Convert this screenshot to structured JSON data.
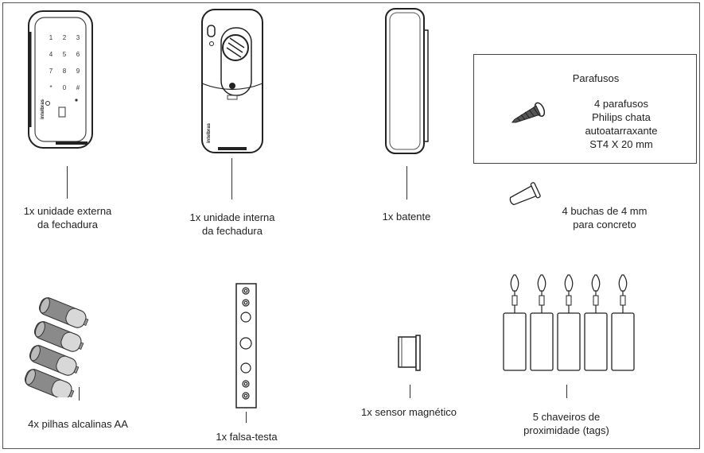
{
  "items": {
    "external_unit": "1x unidade externa\nda fechadura",
    "internal_unit": "1x unidade interna\nda fechadura",
    "strike": "1x batente",
    "screws_title": "Parafusos",
    "screws_desc": "4 parafusos Philips chata\nautoatarraxante ST4 X 20 mm",
    "anchors": "4 buchas de 4 mm\npara concreto",
    "batteries": "4x pilhas alcalinas AA",
    "faceplate": "1x falsa-testa",
    "sensor": "1x sensor magnético",
    "tags": "5 chaveiros de\nproximidade (tags)"
  },
  "keypad": [
    "1",
    "2",
    "3",
    "4",
    "5",
    "6",
    "7",
    "8",
    "9",
    "*",
    "0",
    "#"
  ],
  "brand": "intelbras"
}
